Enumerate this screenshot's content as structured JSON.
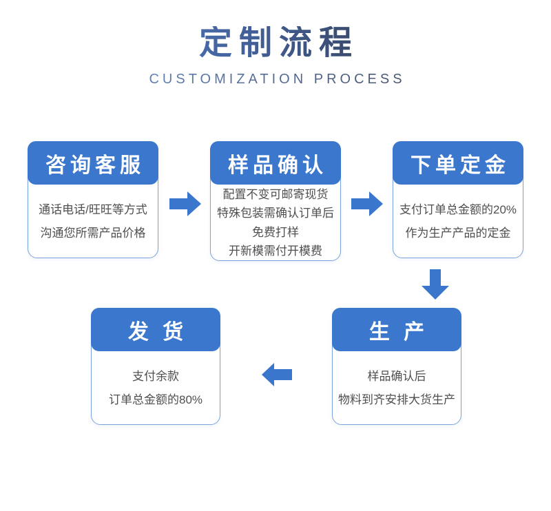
{
  "header": {
    "title": "定制流程",
    "subtitle": "CUSTOMIZATION PROCESS"
  },
  "steps": [
    {
      "id": "consult",
      "title": "咨询客服",
      "lines": [
        "通话电话/旺旺等方式",
        "沟通您所需产品价格"
      ]
    },
    {
      "id": "sample",
      "title": "样品确认",
      "lines": [
        "配置不变可邮寄现货",
        "特殊包装需确认订单后",
        "免费打样",
        "开新模需付开模费"
      ]
    },
    {
      "id": "deposit",
      "title": "下单定金",
      "lines": [
        "支付订单总金额的20%",
        "作为生产产品的定金"
      ]
    },
    {
      "id": "production",
      "title": "生 产",
      "lines": [
        "样品确认后",
        "物料到齐安排大货生产"
      ]
    },
    {
      "id": "shipping",
      "title": "发 货",
      "lines": [
        "支付余款",
        "订单总金额的80%"
      ]
    }
  ],
  "icons": {
    "arrow_right": "➡",
    "arrow_down": "⬇",
    "arrow_left": "⬅"
  },
  "colors": {
    "primary_blue": "#3a77cd",
    "arrow_blue": "#3a76cb",
    "card_border": "#7aa3dd",
    "body_text": "#4f4f4f",
    "title_gradient_start": "#5e93da",
    "title_gradient_end": "#333d52"
  }
}
